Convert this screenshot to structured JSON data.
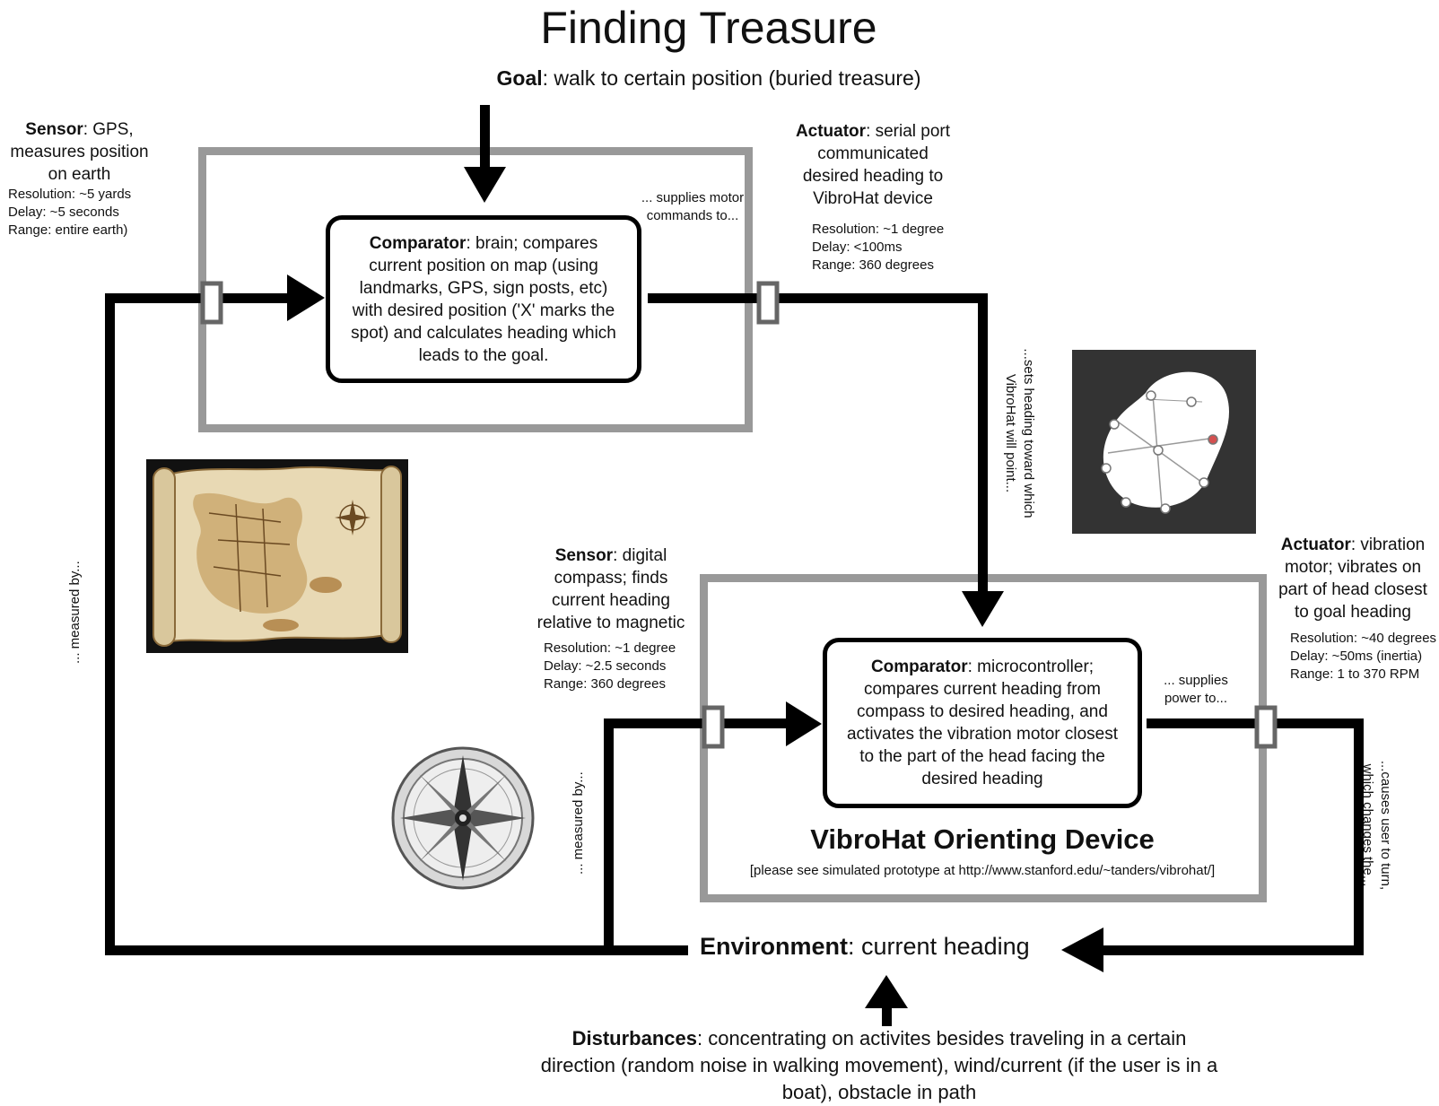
{
  "title": "Finding Treasure",
  "goal": {
    "label": "Goal",
    "text": ":  walk to certain position (buried treasure)"
  },
  "sensor_gps": {
    "label": "Sensor",
    "text": ": GPS, measures position on earth",
    "resolution": "Resolution:  ~5 yards",
    "delay": "Delay: ~5 seconds",
    "range": "Range:  entire earth)"
  },
  "comparator_brain": {
    "label": "Comparator",
    "text": ": brain; compares current position on map (using landmarks, GPS, sign posts, etc) with desired position ('X' marks the spot) and calculates heading which leads to the goal."
  },
  "supplies_motor": "... supplies motor commands to...",
  "actuator_serial": {
    "label": "Actuator",
    "text": ": serial port communicated desired heading to VibroHat device",
    "resolution": "Resolution: ~1 degree",
    "delay": "Delay: <100ms",
    "range": "Range: 360 degrees"
  },
  "sets_heading": "...sets heading toward which VibroHat will point...",
  "measured_by_left": "... measured by...",
  "measured_by_mid": "... measured by...",
  "sensor_compass": {
    "label": "Sensor",
    "text": ": digital compass; finds current heading relative to magnetic",
    "resolution": "Resolution: ~1 degree",
    "delay": "Delay: ~2.5 seconds",
    "range": "Range: 360 degrees"
  },
  "comparator_micro": {
    "label": "Comparator",
    "text": ": microcontroller; compares current heading from compass to desired heading, and activates the vibration motor closest to the part of the head facing the desired heading"
  },
  "supplies_power": "... supplies power to...",
  "actuator_vibration": {
    "label": "Actuator",
    "text": ": vibration motor; vibrates on part of head closest to goal heading",
    "resolution": "Resolution: ~40 degrees",
    "delay": "Delay: ~50ms (inertia)",
    "range": "Range: 1 to 370 RPM"
  },
  "causes_turn": "...causes user to turn, which changes the...",
  "vibrohat_title": "VibroHat Orienting Device",
  "vibrohat_url": "[please see simulated prototype at http://www.stanford.edu/~tanders/vibrohat/]",
  "environment": {
    "label": "Environment",
    "text": ": current heading"
  },
  "disturbances": {
    "label": "Disturbances",
    "text": ": concentrating on activites besides traveling in a certain direction (random noise in walking movement),  wind/current (if the user is in a boat), obstacle in path"
  },
  "colors": {
    "line": "#000000",
    "box_gray": "#999999",
    "panel_dark": "#333333",
    "red_dot": "#d45050"
  }
}
